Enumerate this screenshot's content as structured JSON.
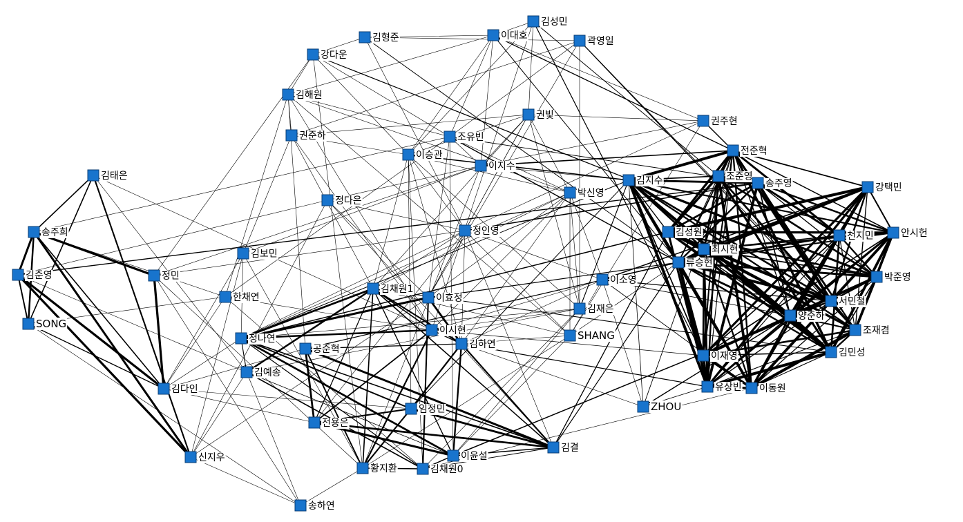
{
  "diagram": {
    "type": "network",
    "node_color": "#1874CD",
    "edge_color": "#000000",
    "label_background": "#ffffff",
    "nodes": [
      "김성민",
      "이대호",
      "곽영일",
      "김형준",
      "강다운",
      "김해원",
      "권빛",
      "권주현",
      "권준하",
      "조유빈",
      "이승관",
      "이지수",
      "전준혁",
      "조준영",
      "송주영",
      "김지수",
      "박신영",
      "강택민",
      "김태은",
      "정다은",
      "정인영",
      "김성원",
      "천지민",
      "안시헌",
      "송주희",
      "최시현",
      "류승현",
      "김보민",
      "박준영",
      "김준영",
      "정민",
      "이소영",
      "김채원1",
      "한채연",
      "이효정",
      "김재은",
      "서민철",
      "양준하",
      "SONG",
      "이시현",
      "조재겸",
      "정나연",
      "SHANG",
      "공준혁",
      "김하연",
      "김민성",
      "이재영",
      "김예송",
      "유상빈",
      "이동원",
      "김다인",
      "ZHOU",
      "임정민",
      "전용은",
      "김결",
      "이윤설",
      "신지우",
      "황지환",
      "김채원0",
      "송하연"
    ]
  }
}
